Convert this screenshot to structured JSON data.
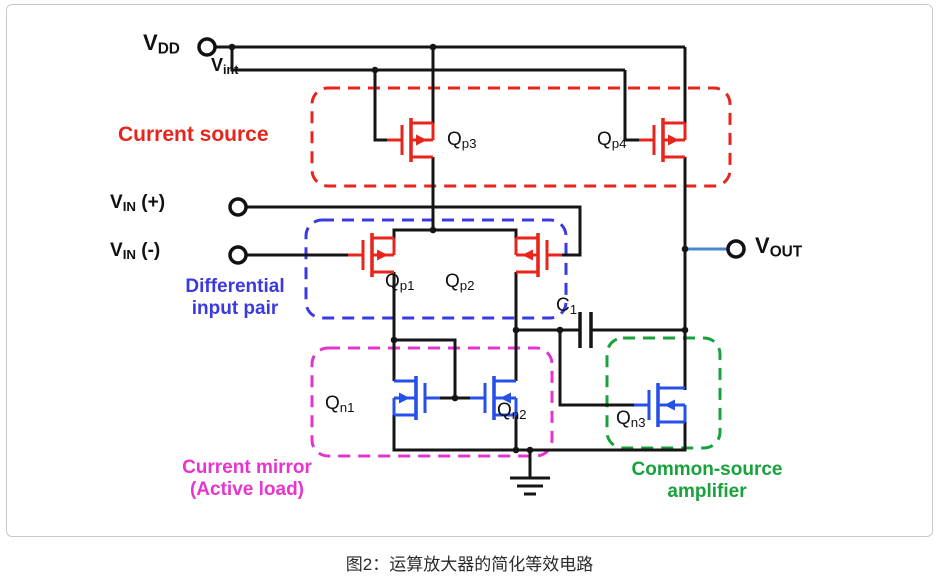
{
  "figure": {
    "caption": "图2：运算放大器的简化等效电路"
  },
  "terminals": {
    "vdd": {
      "base": "V",
      "sub": "DD"
    },
    "vint": {
      "base": "V",
      "sub": "int"
    },
    "vin_plus": {
      "base": "V",
      "sub": "IN",
      "suffix": " (+)"
    },
    "vin_minus": {
      "base": "V",
      "sub": "IN",
      "suffix": " (-)"
    },
    "vout": {
      "base": "V",
      "sub": "OUT"
    }
  },
  "components": {
    "qp1": {
      "base": "Q",
      "sub": "p1"
    },
    "qp2": {
      "base": "Q",
      "sub": "p2"
    },
    "qp3": {
      "base": "Q",
      "sub": "p3"
    },
    "qp4": {
      "base": "Q",
      "sub": "p4"
    },
    "qn1": {
      "base": "Q",
      "sub": "n1"
    },
    "qn2": {
      "base": "Q",
      "sub": "n2"
    },
    "qn3": {
      "base": "Q",
      "sub": "n3"
    },
    "c1": {
      "base": "C",
      "sub": "1"
    }
  },
  "sections": {
    "current_source": {
      "label": "Current source",
      "color": "#e8251d"
    },
    "diff_pair": {
      "line1": "Differential",
      "line2": "input pair",
      "color": "#3a3ae0"
    },
    "current_mirror": {
      "line1": "Current mirror",
      "line2": "(Active load)",
      "color": "#e635cf"
    },
    "cs_amp": {
      "line1": "Common-source",
      "line2": "amplifier",
      "color": "#17a23b"
    }
  },
  "colors": {
    "pmos": "#e8251d",
    "nmos": "#2750e8",
    "wire": "#151515",
    "vout_wire": "#4a85d6",
    "terminal": "#111111"
  }
}
